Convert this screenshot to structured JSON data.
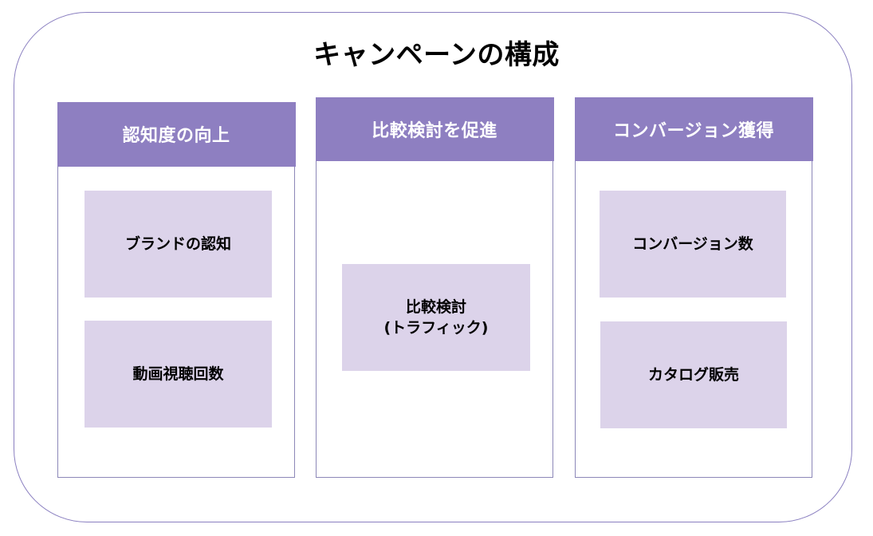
{
  "title": "キャンペーンの構成",
  "columns": [
    {
      "header": "認知度の向上",
      "items": [
        "ブランドの認知",
        "動画視聴回数"
      ]
    },
    {
      "header": "比較検討を促進",
      "items": [
        {
          "line1": "比較検討",
          "line2": "(トラフィック)"
        }
      ]
    },
    {
      "header": "コンバージョン獲得",
      "items": [
        "コンバージョン数",
        "カタログ販売"
      ]
    }
  ],
  "colors": {
    "header_fill": "#8e7fc1",
    "box_fill": "#dcd3ea",
    "frame_stroke": "#8a7fc0"
  }
}
